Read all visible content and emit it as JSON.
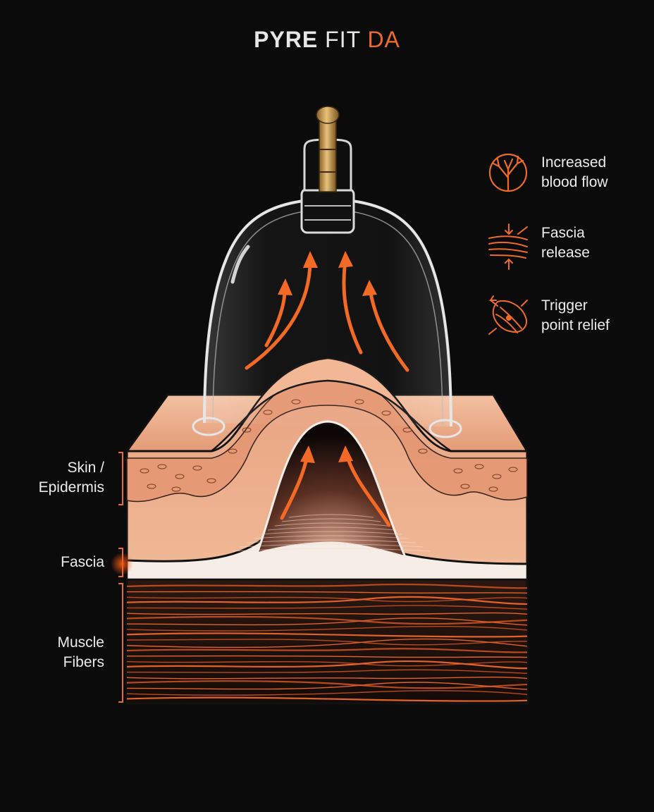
{
  "brand": {
    "part1": "PYRE",
    "part2": "FIT",
    "part3": "DA"
  },
  "benefits": [
    {
      "icon": "blood-vessel-icon",
      "line1": "Increased",
      "line2": "blood flow"
    },
    {
      "icon": "fascia-icon",
      "line1": "Fascia",
      "line2": "release"
    },
    {
      "icon": "trigger-point-icon",
      "line1": "Trigger",
      "line2": "point relief"
    }
  ],
  "layers": [
    {
      "line1": "Skin /",
      "line2": "Epidermis"
    },
    {
      "line1": "Fascia"
    },
    {
      "line1": "Muscle",
      "line2": "Fibers"
    }
  ],
  "colors": {
    "accent": "#ee6a2a",
    "background": "#0b0b0b",
    "skin": "#e8a27f",
    "muscle": "#1e1310",
    "valve": "#c89a4e"
  }
}
